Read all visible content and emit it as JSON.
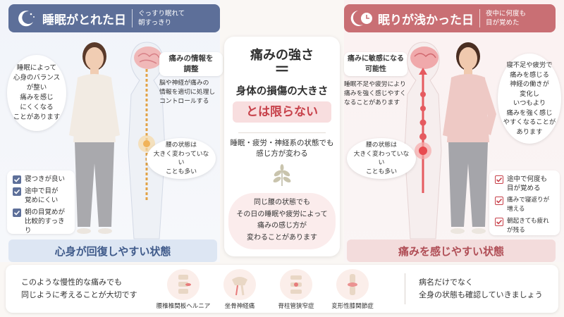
{
  "left": {
    "header_title": "睡眠がとれた日",
    "header_sub": "ぐっすり眠れて\n朝すっきり",
    "bubble_main": "睡眠によって\n心身のバランス\nが整い\n痛みを感じ\nにくくなる\nことがあります",
    "info_title": "痛みの情報を\n調整",
    "info_text": "脳や神経が痛みの\n情報を適切に処理し\nコントロールする",
    "waist_bubble": "腰の状態は\n大きく変わっていない\nことも多い",
    "checks": [
      "寝つきが良い",
      "途中で目が\n覚めにくい",
      "朝の目覚めが\n比較的すっきり"
    ],
    "banner": "心身が回復しやすい状態"
  },
  "center": {
    "line1": "痛みの強さ",
    "equals": "＝",
    "line2": "身体の損傷の大きさ",
    "line3": "とは限らない",
    "text1": "睡眠・疲労・神経系の状態でも\n感じ方が変わる",
    "text2": "同じ腰の状態でも\nその日の睡眠や疲労によって\n痛みの感じ方が\n変わることがあります"
  },
  "right": {
    "header_title": "眠りが浅かった日",
    "header_sub": "夜中に何度も\n目が覚めた",
    "info_title": "痛みに敏感になる\n可能性",
    "info_text": "睡眠不足や疲労により\n痛みを強く感じやすく\nなることがあります",
    "waist_bubble": "腰の状態は\n大きく変わっていない\nことも多い",
    "bubble_main": "寝不足や疲労で\n痛みを感じる\n神経の働きが\n変化し\nいつもより\n痛みを強く感じ\nやすくなることが\nあります",
    "checks": [
      "途中で何度も\n目が覚める",
      "痛みで寝返りが増える",
      "朝起きても疲れが残る"
    ],
    "banner": "痛みを感じやすい状態"
  },
  "footer": {
    "left_text": "このような慢性的な痛みでも\n同じように考えることが大切です",
    "conditions": [
      "腰椎椎間板ヘルニア",
      "坐骨神経痛",
      "脊柱管狭窄症",
      "変形性膝関節症"
    ],
    "right_text": "病名だけでなく\n全身の状態も確認していきましょう"
  },
  "colors": {
    "blue": "#5d6f99",
    "pink": "#c96f74",
    "accent_red": "#c7414a"
  }
}
